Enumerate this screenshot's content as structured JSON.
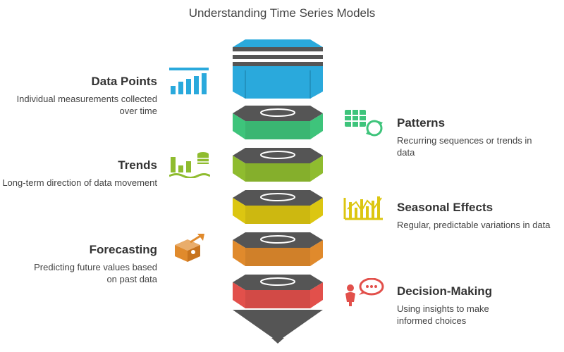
{
  "title": "Understanding Time Series Models",
  "items": [
    {
      "id": "data-points",
      "label": "Data Points",
      "desc": "Individual measurements collected over time",
      "side": "left",
      "color": "#2aa9dc",
      "icon": "bar-chart-icon"
    },
    {
      "id": "patterns",
      "label": "Patterns",
      "desc": "Recurring sequences or trends in data",
      "side": "right",
      "color": "#3ec47b",
      "icon": "table-refresh-icon"
    },
    {
      "id": "trends",
      "label": "Trends",
      "desc": "Long-term direction of data movement",
      "side": "left",
      "color": "#8fbc2f",
      "icon": "chart-database-icon"
    },
    {
      "id": "seasonal",
      "label": "Seasonal Effects",
      "desc": "Regular, predictable variations in data",
      "side": "right",
      "color": "#dcc611",
      "icon": "factory-chart-icon"
    },
    {
      "id": "forecasting",
      "label": "Forecasting",
      "desc": "Predicting future values based on past data",
      "side": "left",
      "color": "#e08a2c",
      "icon": "box-arrow-icon"
    },
    {
      "id": "decision",
      "label": "Decision-Making",
      "desc": "Using insights to make informed choices",
      "side": "right",
      "color": "#e2504b",
      "icon": "person-speech-icon"
    }
  ]
}
